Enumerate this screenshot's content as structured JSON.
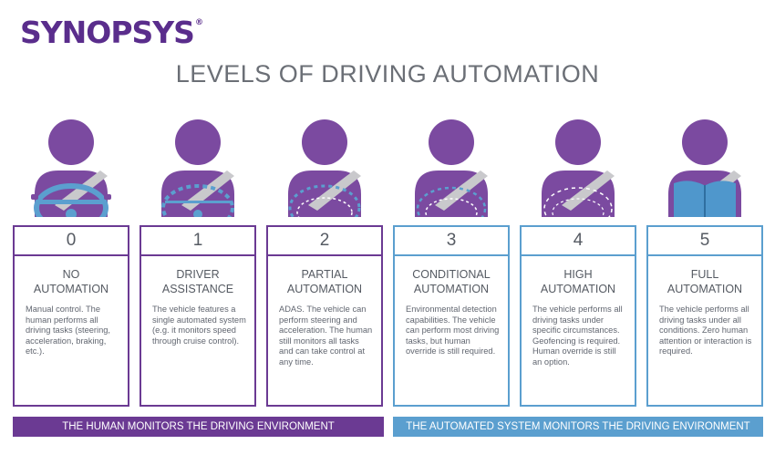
{
  "logo": "SYNOPSYS",
  "logo_mark": "®",
  "title": "LEVELS OF DRIVING AUTOMATION",
  "colors": {
    "purple": "#6b3a93",
    "blue": "#5b9fcf",
    "person": "#7b4aa0",
    "belt": "#c9c9cc",
    "title": "#6b6f76"
  },
  "levels": [
    {
      "number": "0",
      "name1": "NO",
      "name2": "AUTOMATION",
      "desc": "Manual control. The human performs all driving tasks (steering, acceleration, braking, etc.).",
      "icon": "person-solid-wheel-icon"
    },
    {
      "number": "1",
      "name1": "DRIVER",
      "name2": "ASSISTANCE",
      "desc": "The vehicle features a single automated system (e.g. it monitors speed through cruise control).",
      "icon": "person-dashed-wheel-icon"
    },
    {
      "number": "2",
      "name1": "PARTIAL",
      "name2": "AUTOMATION",
      "desc": "ADAS. The vehicle can perform steering and acceleration. The human still monitors all tasks and can take control at any time.",
      "icon": "person-dashed-wheel-icon"
    },
    {
      "number": "3",
      "name1": "CONDITIONAL",
      "name2": "AUTOMATION",
      "desc": "Environmental detection capabilities. The vehicle can perform most driving tasks, but human override is still required.",
      "icon": "person-faint-wheel-icon"
    },
    {
      "number": "4",
      "name1": "HIGH",
      "name2": "AUTOMATION",
      "desc": "The vehicle performs all driving tasks under specific circumstances. Geofencing is required. Human override is still an option.",
      "icon": "person-faint-wheel-icon"
    },
    {
      "number": "5",
      "name1": "FULL",
      "name2": "AUTOMATION",
      "desc": "The vehicle performs all driving tasks under all conditions. Zero human attention or interaction is required.",
      "icon": "person-reading-book-icon"
    }
  ],
  "banners": {
    "human": "THE HUMAN MONITORS THE DRIVING ENVIRONMENT",
    "system": "THE AUTOMATED SYSTEM MONITORS THE DRIVING ENVIRONMENT"
  }
}
